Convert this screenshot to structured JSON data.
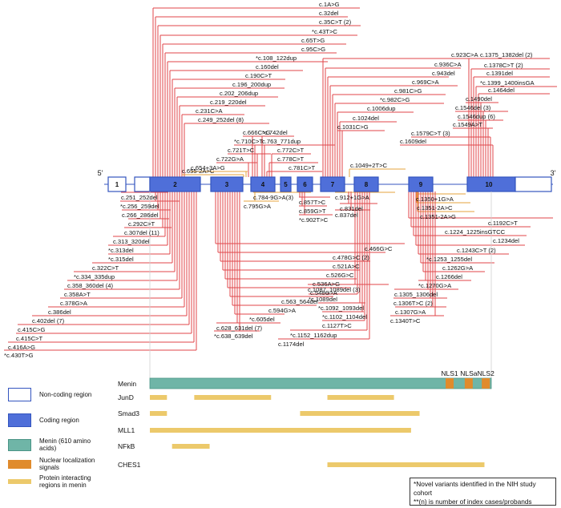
{
  "diagram": {
    "prime5": "5'",
    "prime3": "3'",
    "exons": [
      {
        "num": "1",
        "type": "noncoding"
      },
      {
        "num": "2",
        "type": "coding"
      },
      {
        "num": "3",
        "type": "coding"
      },
      {
        "num": "4",
        "type": "coding"
      },
      {
        "num": "5",
        "type": "coding"
      },
      {
        "num": "6",
        "type": "coding"
      },
      {
        "num": "7",
        "type": "coding"
      },
      {
        "num": "8",
        "type": "coding"
      },
      {
        "num": "9",
        "type": "coding"
      },
      {
        "num": "10",
        "type": "coding"
      }
    ],
    "variants_above": [
      "c.1A>G",
      "c.32del",
      "c.35C>T (2)",
      "*c.43T>C",
      "c.65T>G",
      "c.95C>G",
      "*c.108_122dup",
      "c.160del",
      "c.190C>T",
      "c.196_200dup",
      "c.202_206dup",
      "c.219_220del",
      "c.231C>A",
      "c.249_252del (8)",
      "c.666C>G",
      "*c.742del",
      "*c.710C>T",
      "c.763_771dup",
      "c.721T>C",
      "c.722G>A",
      "c.772C>T",
      "c.654+3A>G",
      "c.778C>T",
      "c.655-2A>C",
      "c.781C>T",
      "c.923C>A",
      "c.936C>A",
      "c.943del",
      "c.969C>A",
      "c.981C>G",
      "*c.982C>G",
      "c.1006dup",
      "c.1024del",
      "c.1031C>G",
      "c.1049+2T>C",
      "c.1375_1382del (2)",
      "c.1378C>T (2)",
      "c.1391del",
      "*c.1399_1400insGA",
      "c.1464del",
      "c.1490del",
      "c.1546del (3)",
      "c.1546dup (6)",
      "c.1549A>T",
      "c.1579C>T (3)",
      "c.1609del"
    ],
    "variants_below": [
      "c.251_252del",
      "*c.256_259del",
      "c.266_286del",
      "c.292C>T",
      "c.307del (11)",
      "c.313_320del",
      "*c.313del",
      "*c.315del",
      "c.322C>T",
      "*c.334_335dup",
      "c.358_360del (4)",
      "c.358A>T",
      "c.378G>A",
      "c.386del",
      "c.402del (7)",
      "c.415C>G",
      "c.415C>T",
      "c.416A>G",
      "*c.430T>G",
      "c.784-9G>A(3)",
      "c.795G>A",
      "c.466G>C",
      "c.478G>C (2)",
      "c.521A>C",
      "c.526G>C",
      "c.536A>G",
      "c.548G>A",
      "c.563_564del",
      "c.594G>A",
      "*c.605del",
      "c.628_631del (7)",
      "*c.638_639del",
      "c.857T>C",
      "c.859G>T",
      "*c.902T>C",
      "c.912+1G>A",
      "c.831del",
      "c.837del",
      "c.1087_1089del (3)",
      "*c.1089del",
      "*c.1092_1093del",
      "*c.1102_1104del",
      "c.1127T>C",
      "*c.1152_1162dup",
      "c.1174del",
      "c.1350+1G>A",
      "c.1351-2A>C",
      "c.1351-2A>G",
      "c.1192C>T",
      "c.1224_1225insGTCC",
      "c.1234del",
      "c.1243C>T (2)",
      "*c.1253_1255del",
      "c.1262G>A",
      "c.1266del",
      "*c.1270G>A",
      "c.1305_1306del",
      "c.1306T>C (2)",
      "c.1307G>A",
      "c.1340T>C"
    ],
    "protein_rows": [
      {
        "label": "Menin",
        "segments": [
          [
            0,
            1
          ]
        ],
        "nls": [
          {
            "name": "NLS1",
            "pos": 0.878
          },
          {
            "name": "NLSa",
            "pos": 0.934
          },
          {
            "name": "NLS2",
            "pos": 0.984
          }
        ]
      },
      {
        "label": "JunD",
        "segments": [
          [
            0,
            0.05
          ],
          [
            0.13,
            0.355
          ],
          [
            0.52,
            0.715
          ]
        ]
      },
      {
        "label": "Smad3",
        "segments": [
          [
            0,
            0.05
          ],
          [
            0.44,
            0.79
          ]
        ]
      },
      {
        "label": "MLL1",
        "segments": [
          [
            0,
            0.765
          ]
        ]
      },
      {
        "label": "NFkB",
        "segments": [
          [
            0.065,
            0.175
          ]
        ]
      },
      {
        "label": "CHES1",
        "segments": [
          [
            0.52,
            0.98
          ]
        ]
      }
    ]
  },
  "colors": {
    "coding": "#4f6fd9",
    "coding_border": "#3455bf",
    "noncoding_border": "#3455bf",
    "variant_line": "#e0454a",
    "splice_line": "#e6a33e",
    "menin_fill": "#6fb5a7",
    "nls_fill": "#e08b2c",
    "interacting_fill": "#ecc96b"
  },
  "legend": [
    {
      "kind": "noncoding",
      "label": "Non-coding region"
    },
    {
      "kind": "coding",
      "label": "Coding region"
    },
    {
      "kind": "menin",
      "label": "Menin (610 amino acids)"
    },
    {
      "kind": "nls",
      "label": "Nuclear localization signals"
    },
    {
      "kind": "interacting",
      "label": "Protein interacting regions in menin"
    }
  ],
  "footnote": {
    "line1": "*Novel variants identified in the NIH study cohort",
    "line2": "**(n) is number of index cases/probands"
  }
}
